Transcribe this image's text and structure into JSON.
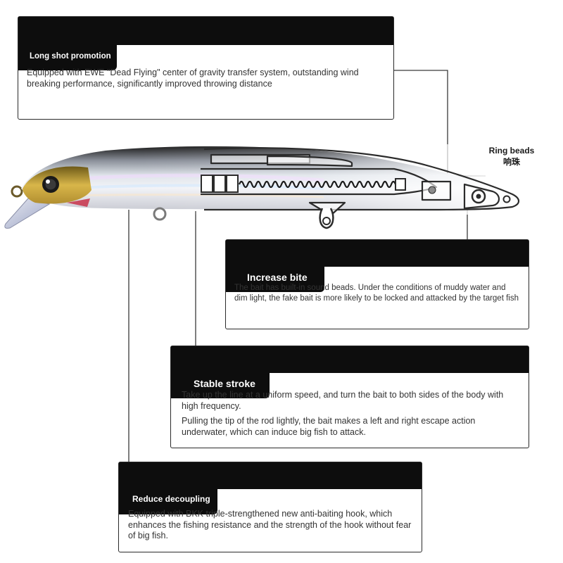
{
  "long_shot": {
    "title": "Long shot promotion",
    "text": "Equipped with EWE \"Dead Flying\" center of gravity transfer system, outstanding wind breaking performance, significantly improved throwing distance"
  },
  "ring_beads": {
    "label": "Ring beads",
    "label_cn": "响珠"
  },
  "increase_bite": {
    "title": "Increase bite",
    "text": "The bait has built-in sound beads. Under the conditions of muddy water and dim light, the fake bait is more likely to be locked and attacked by the target fish"
  },
  "stable_stroke": {
    "title": "Stable stroke",
    "text_1": "Take up the line at a uniform speed, and turn the bait to both sides of the body with high frequency.",
    "text_2": "Pulling the tip of the rod lightly, the bait makes a left and right escape action underwater, which can induce big fish to attack."
  },
  "reduce_decoupling": {
    "title": "Reduce decoupling",
    "text": "Equipped with BKK triple-strengthened new anti-baiting hook, which enhances the fishing resistance and the strength of the hook without fear of big fish."
  },
  "colors": {
    "card_header": "#0d0d0d",
    "card_border": "#2a2a2a",
    "lure_head": "#c9a43a",
    "lure_outline": "#2b2b2b"
  }
}
